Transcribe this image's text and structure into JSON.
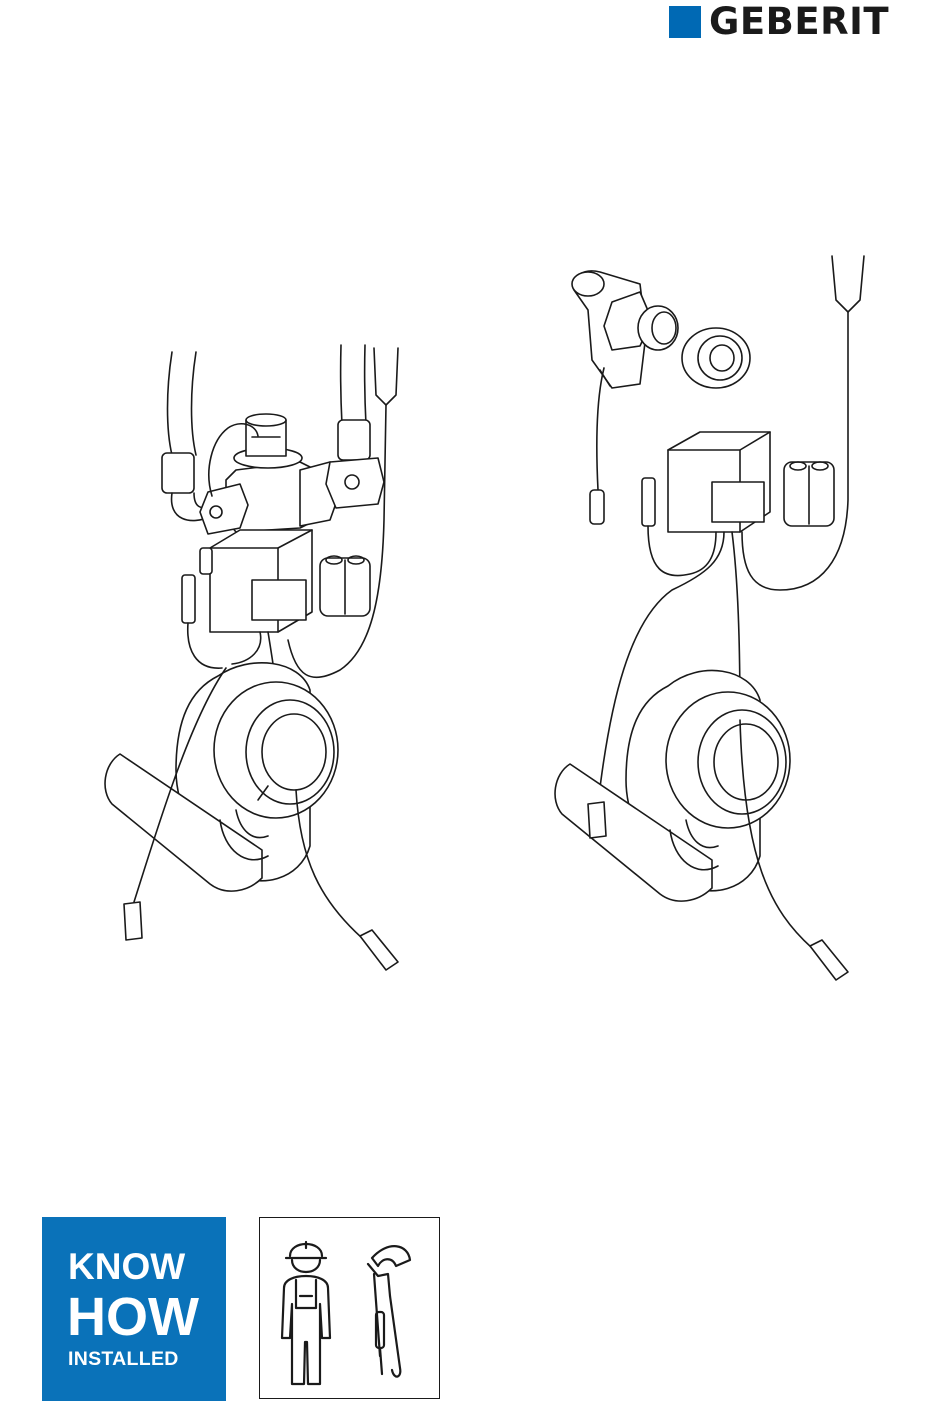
{
  "brand": {
    "name": "GEBERIT",
    "color": "#0069b4",
    "icon": "geberit-square-icon"
  },
  "badge": {
    "line1": "KNOW",
    "line2": "HOW",
    "line3": "INSTALLED",
    "color": "#0a72b9"
  },
  "tools_icons": [
    "installer-person-icon",
    "pipe-wrench-icon"
  ]
}
